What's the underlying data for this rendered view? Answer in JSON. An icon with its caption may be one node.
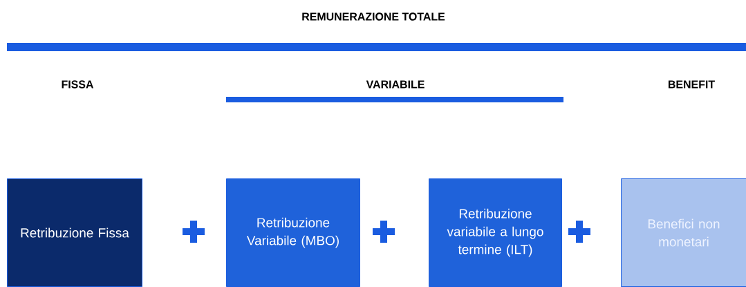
{
  "diagram": {
    "title": "REMUNERAZIONE TOTALE",
    "nodes": [
      {
        "text": [
          "Retribuzione Fissa"
        ]
      },
      {
        "text": [
          "Retribuzione Variabile (MBO)"
        ]
      },
      {
        "text": [
          "Retribuzione variabile a lungo termine (ILT)"
        ]
      },
      {
        "text": [
          "Benefici non monetari"
        ]
      }
    ],
    "labels": [
      "FISSA",
      "VARIABILE",
      "BENEFIT"
    ]
  }
}
